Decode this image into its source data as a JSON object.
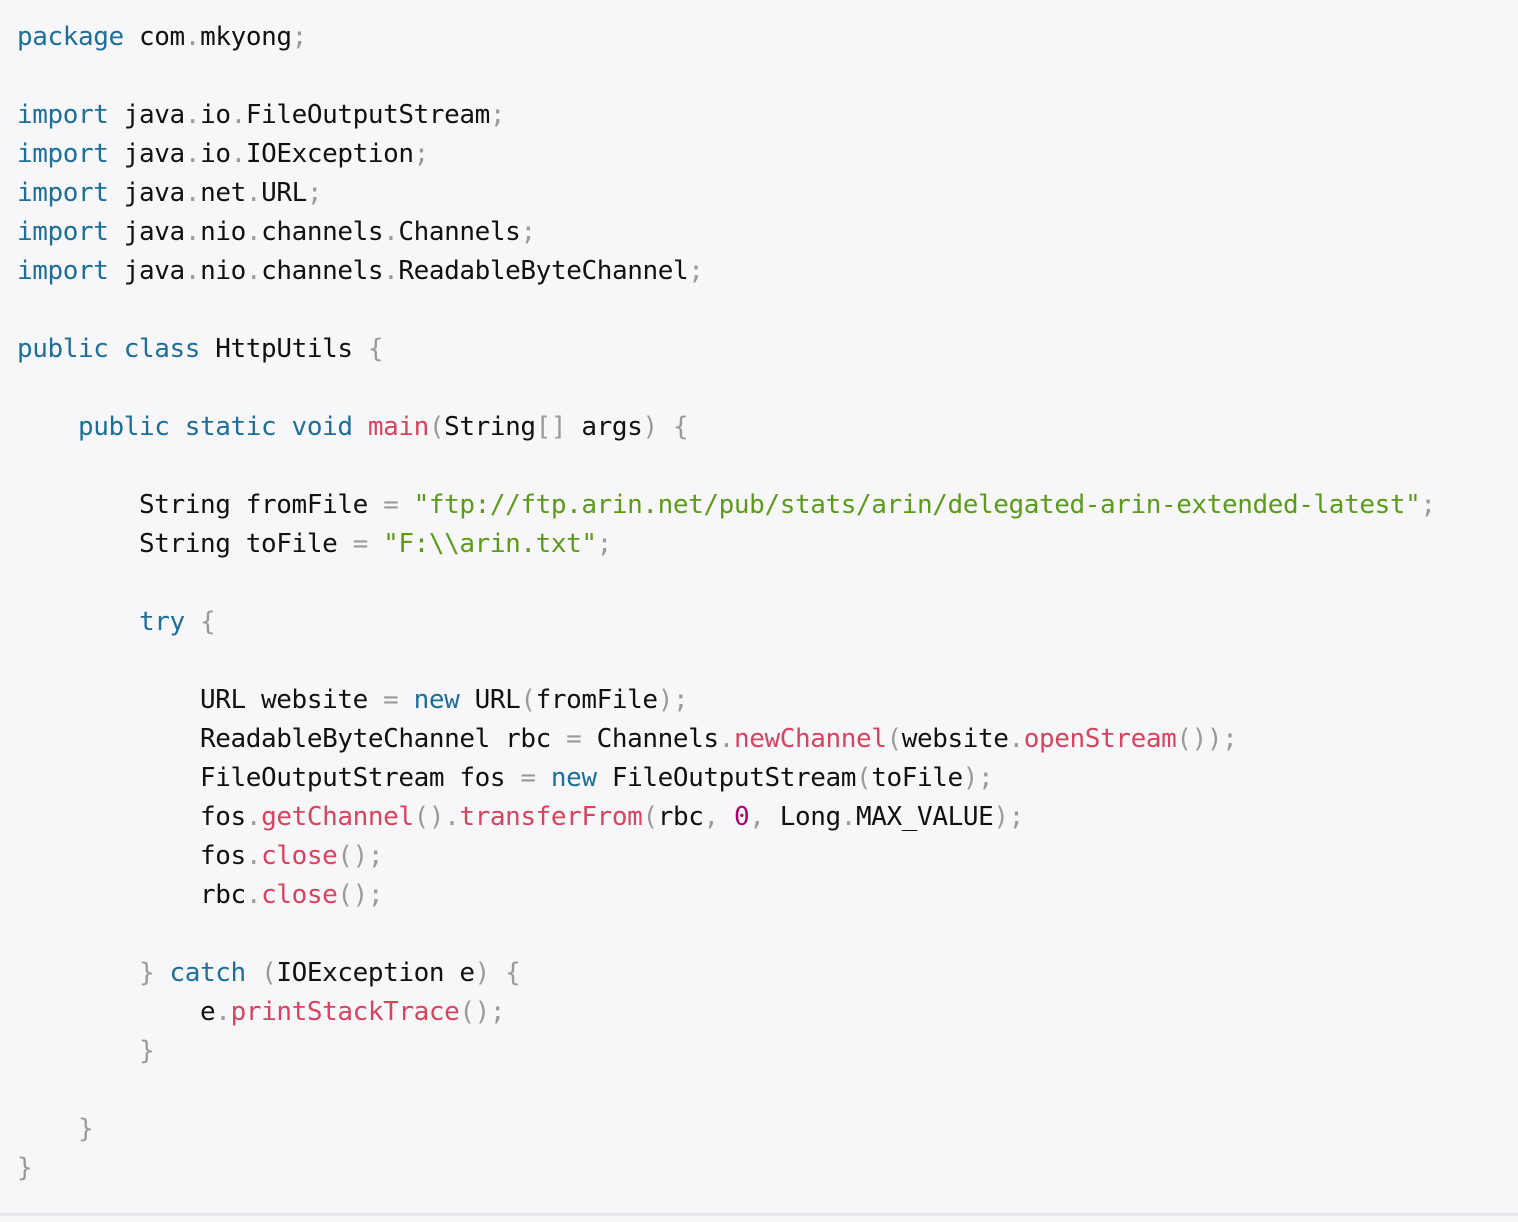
{
  "code": {
    "lines": [
      [
        {
          "t": "kw",
          "v": "package"
        },
        {
          "t": "id",
          "v": " com"
        },
        {
          "t": "pn",
          "v": "."
        },
        {
          "t": "id",
          "v": "mkyong"
        },
        {
          "t": "pn",
          "v": ";"
        }
      ],
      [],
      [
        {
          "t": "kw",
          "v": "import"
        },
        {
          "t": "id",
          "v": " java"
        },
        {
          "t": "pn",
          "v": "."
        },
        {
          "t": "id",
          "v": "io"
        },
        {
          "t": "pn",
          "v": "."
        },
        {
          "t": "id",
          "v": "FileOutputStream"
        },
        {
          "t": "pn",
          "v": ";"
        }
      ],
      [
        {
          "t": "kw",
          "v": "import"
        },
        {
          "t": "id",
          "v": " java"
        },
        {
          "t": "pn",
          "v": "."
        },
        {
          "t": "id",
          "v": "io"
        },
        {
          "t": "pn",
          "v": "."
        },
        {
          "t": "id",
          "v": "IOException"
        },
        {
          "t": "pn",
          "v": ";"
        }
      ],
      [
        {
          "t": "kw",
          "v": "import"
        },
        {
          "t": "id",
          "v": " java"
        },
        {
          "t": "pn",
          "v": "."
        },
        {
          "t": "id",
          "v": "net"
        },
        {
          "t": "pn",
          "v": "."
        },
        {
          "t": "id",
          "v": "URL"
        },
        {
          "t": "pn",
          "v": ";"
        }
      ],
      [
        {
          "t": "kw",
          "v": "import"
        },
        {
          "t": "id",
          "v": " java"
        },
        {
          "t": "pn",
          "v": "."
        },
        {
          "t": "id",
          "v": "nio"
        },
        {
          "t": "pn",
          "v": "."
        },
        {
          "t": "id",
          "v": "channels"
        },
        {
          "t": "pn",
          "v": "."
        },
        {
          "t": "id",
          "v": "Channels"
        },
        {
          "t": "pn",
          "v": ";"
        }
      ],
      [
        {
          "t": "kw",
          "v": "import"
        },
        {
          "t": "id",
          "v": " java"
        },
        {
          "t": "pn",
          "v": "."
        },
        {
          "t": "id",
          "v": "nio"
        },
        {
          "t": "pn",
          "v": "."
        },
        {
          "t": "id",
          "v": "channels"
        },
        {
          "t": "pn",
          "v": "."
        },
        {
          "t": "id",
          "v": "ReadableByteChannel"
        },
        {
          "t": "pn",
          "v": ";"
        }
      ],
      [],
      [
        {
          "t": "kw",
          "v": "public class"
        },
        {
          "t": "id",
          "v": " HttpUtils "
        },
        {
          "t": "pn",
          "v": "{"
        }
      ],
      [],
      [
        {
          "t": "kw",
          "v": "    public static void"
        },
        {
          "t": "fn",
          "v": " main"
        },
        {
          "t": "pn",
          "v": "("
        },
        {
          "t": "id",
          "v": "String"
        },
        {
          "t": "pn",
          "v": "[]"
        },
        {
          "t": "id",
          "v": " args"
        },
        {
          "t": "pn",
          "v": ") {"
        }
      ],
      [],
      [
        {
          "t": "id",
          "v": "        String fromFile "
        },
        {
          "t": "pn",
          "v": "="
        },
        {
          "t": "str",
          "v": " \"ftp://ftp.arin.net/pub/stats/arin/delegated-arin-extended-latest\""
        },
        {
          "t": "pn",
          "v": ";"
        }
      ],
      [
        {
          "t": "id",
          "v": "        String toFile "
        },
        {
          "t": "pn",
          "v": "="
        },
        {
          "t": "str",
          "v": " \"F:\\\\arin.txt\""
        },
        {
          "t": "pn",
          "v": ";"
        }
      ],
      [],
      [
        {
          "t": "kw",
          "v": "        try"
        },
        {
          "t": "pn",
          "v": " {"
        }
      ],
      [],
      [
        {
          "t": "id",
          "v": "            URL website "
        },
        {
          "t": "pn",
          "v": "="
        },
        {
          "t": "kw",
          "v": " new"
        },
        {
          "t": "id",
          "v": " URL"
        },
        {
          "t": "pn",
          "v": "("
        },
        {
          "t": "id",
          "v": "fromFile"
        },
        {
          "t": "pn",
          "v": ");"
        }
      ],
      [
        {
          "t": "id",
          "v": "            ReadableByteChannel rbc "
        },
        {
          "t": "pn",
          "v": "="
        },
        {
          "t": "id",
          "v": " Channels"
        },
        {
          "t": "pn",
          "v": "."
        },
        {
          "t": "fn",
          "v": "newChannel"
        },
        {
          "t": "pn",
          "v": "("
        },
        {
          "t": "id",
          "v": "website"
        },
        {
          "t": "pn",
          "v": "."
        },
        {
          "t": "fn",
          "v": "openStream"
        },
        {
          "t": "pn",
          "v": "());"
        }
      ],
      [
        {
          "t": "id",
          "v": "            FileOutputStream fos "
        },
        {
          "t": "pn",
          "v": "="
        },
        {
          "t": "kw",
          "v": " new"
        },
        {
          "t": "id",
          "v": " FileOutputStream"
        },
        {
          "t": "pn",
          "v": "("
        },
        {
          "t": "id",
          "v": "toFile"
        },
        {
          "t": "pn",
          "v": ");"
        }
      ],
      [
        {
          "t": "id",
          "v": "            fos"
        },
        {
          "t": "pn",
          "v": "."
        },
        {
          "t": "fn",
          "v": "getChannel"
        },
        {
          "t": "pn",
          "v": "()."
        },
        {
          "t": "fn",
          "v": "transferFrom"
        },
        {
          "t": "pn",
          "v": "("
        },
        {
          "t": "id",
          "v": "rbc"
        },
        {
          "t": "pn",
          "v": ", "
        },
        {
          "t": "num",
          "v": "0"
        },
        {
          "t": "pn",
          "v": ", "
        },
        {
          "t": "id",
          "v": "Long"
        },
        {
          "t": "pn",
          "v": "."
        },
        {
          "t": "id",
          "v": "MAX_VALUE"
        },
        {
          "t": "pn",
          "v": ");"
        }
      ],
      [
        {
          "t": "id",
          "v": "            fos"
        },
        {
          "t": "pn",
          "v": "."
        },
        {
          "t": "fn",
          "v": "close"
        },
        {
          "t": "pn",
          "v": "();"
        }
      ],
      [
        {
          "t": "id",
          "v": "            rbc"
        },
        {
          "t": "pn",
          "v": "."
        },
        {
          "t": "fn",
          "v": "close"
        },
        {
          "t": "pn",
          "v": "();"
        }
      ],
      [],
      [
        {
          "t": "pn",
          "v": "        } "
        },
        {
          "t": "kw",
          "v": "catch"
        },
        {
          "t": "pn",
          "v": " ("
        },
        {
          "t": "id",
          "v": "IOException e"
        },
        {
          "t": "pn",
          "v": ") {"
        }
      ],
      [
        {
          "t": "id",
          "v": "            e"
        },
        {
          "t": "pn",
          "v": "."
        },
        {
          "t": "fn",
          "v": "printStackTrace"
        },
        {
          "t": "pn",
          "v": "();"
        }
      ],
      [
        {
          "t": "pn",
          "v": "        }"
        }
      ],
      [],
      [
        {
          "t": "pn",
          "v": "    }"
        }
      ],
      [
        {
          "t": "pn",
          "v": "}"
        }
      ]
    ]
  }
}
